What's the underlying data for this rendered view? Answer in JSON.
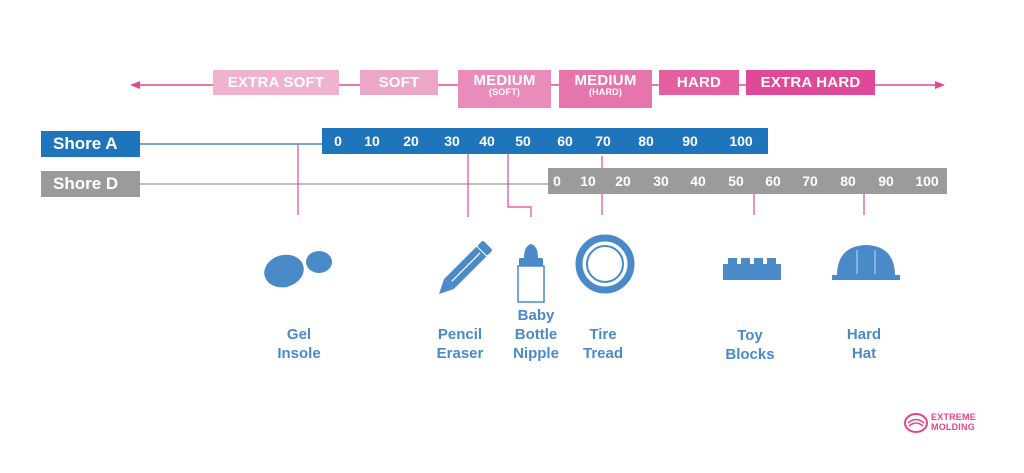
{
  "hardness_categories": [
    {
      "label": "EXTRA SOFT",
      "sub": "",
      "color": "#f0b3cf"
    },
    {
      "label": "SOFT",
      "sub": "",
      "color": "#eba6c8"
    },
    {
      "label": "MEDIUM",
      "sub": "(SOFT)",
      "color": "#e98bbb"
    },
    {
      "label": "MEDIUM",
      "sub": "(HARD)",
      "color": "#e675ad"
    },
    {
      "label": "HARD",
      "sub": "",
      "color": "#e55ea0"
    },
    {
      "label": "EXTRA HARD",
      "sub": "",
      "color": "#e0489a"
    }
  ],
  "scales": {
    "shore_a": {
      "label": "Shore A",
      "color": "#1f75bb",
      "ticks": [
        "0",
        "10",
        "20",
        "30",
        "40",
        "50",
        "60",
        "70",
        "80",
        "90",
        "100"
      ]
    },
    "shore_d": {
      "label": "Shore D",
      "color": "#9b9b9b",
      "ticks": [
        "0",
        "10",
        "20",
        "30",
        "40",
        "50",
        "60",
        "70",
        "80",
        "90",
        "100"
      ]
    }
  },
  "items": [
    {
      "label_line1": "Gel",
      "label_line2": "Insole",
      "icon": "footprint-icon"
    },
    {
      "label_line1": "Pencil",
      "label_line2": "Eraser",
      "icon": "pencil-icon"
    },
    {
      "label_line0": "Baby",
      "label_line1": "Bottle",
      "label_line2": "Nipple",
      "icon": "baby-bottle-icon"
    },
    {
      "label_line1": "Tire",
      "label_line2": "Tread",
      "icon": "tire-icon"
    },
    {
      "label_line1": "Toy",
      "label_line2": "Blocks",
      "icon": "toy-blocks-icon"
    },
    {
      "label_line1": "Hard",
      "label_line2": "Hat",
      "icon": "hard-hat-icon"
    }
  ],
  "logo": {
    "line1": "EXTREME",
    "line2": "MOLDING",
    "color": "#e6438f"
  },
  "colors": {
    "accent_blue": "#4a8ac9",
    "pink_line": "#e0489a"
  }
}
